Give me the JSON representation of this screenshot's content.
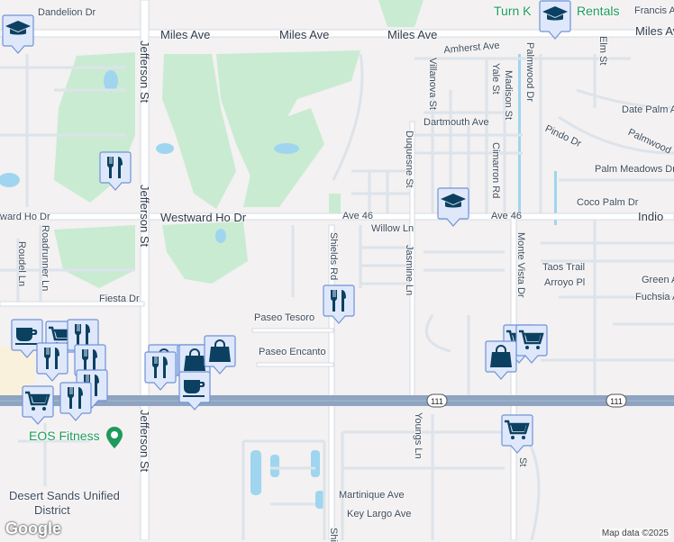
{
  "map": {
    "colors": {
      "background": "#f3f1f1",
      "golf": "#c9ebd2",
      "water": "#9fd5ef",
      "highway": "#8ea4c0",
      "road": "#ffffff",
      "road_edge": "#d4dbe3",
      "marker_fill": "#dfe8fb",
      "marker_border": "#6f93d8",
      "icon": "#0b4060",
      "poi": "#1e9a5c"
    },
    "highway_shield": "111",
    "labels": [
      "Dandelion Dr",
      "Miles Ave",
      "Miles Ave",
      "Miles Ave",
      "Miles Ave",
      "Francis A",
      "Amherst Ave",
      "Villanova St",
      "Yale St",
      "Madison St",
      "Palmwood Dr",
      "Elm St",
      "Date Palm A",
      "Dartmouth Ave",
      "Pindo Dr",
      "Palmwood",
      "Duquesne St",
      "Cimarron Rd",
      "Palm Meadows Dr",
      "Coco Palm Dr",
      "Jefferson St",
      "Jefferson St",
      "Jefferson St",
      "ward Ho Dr",
      "Westward Ho Dr",
      "Ave 46",
      "Ave 46",
      "Indio",
      "Willow Ln",
      "Shields Rd",
      "Jasmine Ln",
      "Monte Vista Dr",
      "Taos Trail",
      "Arroyo Pl",
      "Green A",
      "Fuchsia A",
      "Roudel Ln",
      "Roadrunner Ln",
      "Fiesta Dr",
      "Paseo Tesoro",
      "Paseo Encanto",
      "Youngs Ln",
      "Martinique Ave",
      "Key Largo Ave",
      "Shi",
      "St"
    ],
    "pois": [
      "Turn K",
      "Rentals",
      "EOS Fitness",
      "Desert Sands Unified",
      "District"
    ],
    "markers": [
      "school-icon",
      "school-icon",
      "school-icon",
      "food-icon",
      "food-icon",
      "coffee-icon",
      "cart-icon",
      "food-icon",
      "food-icon",
      "food-icon",
      "food-icon",
      "cart-icon",
      "food-icon",
      "bag-icon",
      "food-icon",
      "food-icon",
      "bag-icon",
      "bag-icon",
      "coffee-icon",
      "cart-icon",
      "cart-icon",
      "bag-icon",
      "cart-icon"
    ],
    "attribution": "Map data ©2025",
    "logo": "Google"
  }
}
